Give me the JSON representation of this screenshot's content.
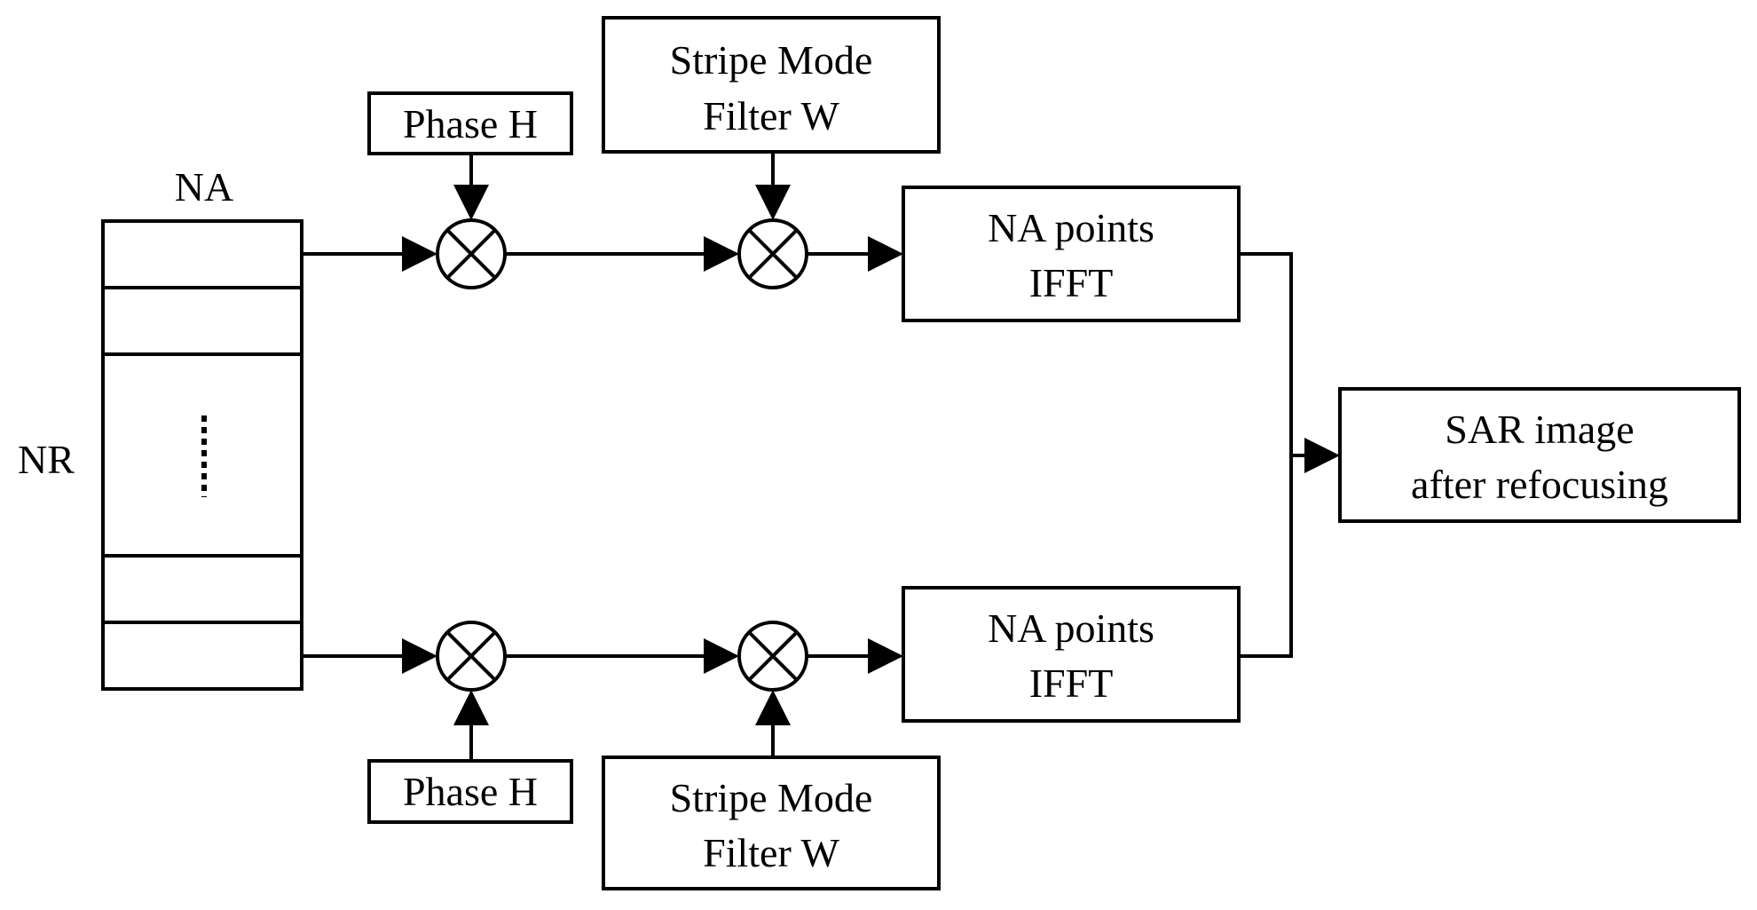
{
  "labels": {
    "na": "NA",
    "nr": "NR"
  },
  "top_branch": {
    "phase_h": "Phase H",
    "filter_line1": "Stripe Mode",
    "filter_line2": "Filter W",
    "ifft_line1": "NA points",
    "ifft_line2": "IFFT"
  },
  "bottom_branch": {
    "phase_h": "Phase H",
    "filter_line1": "Stripe Mode",
    "filter_line2": "Filter W",
    "ifft_line1": "NA points",
    "ifft_line2": "IFFT"
  },
  "output": {
    "line1": "SAR image",
    "line2": "after refocusing"
  }
}
